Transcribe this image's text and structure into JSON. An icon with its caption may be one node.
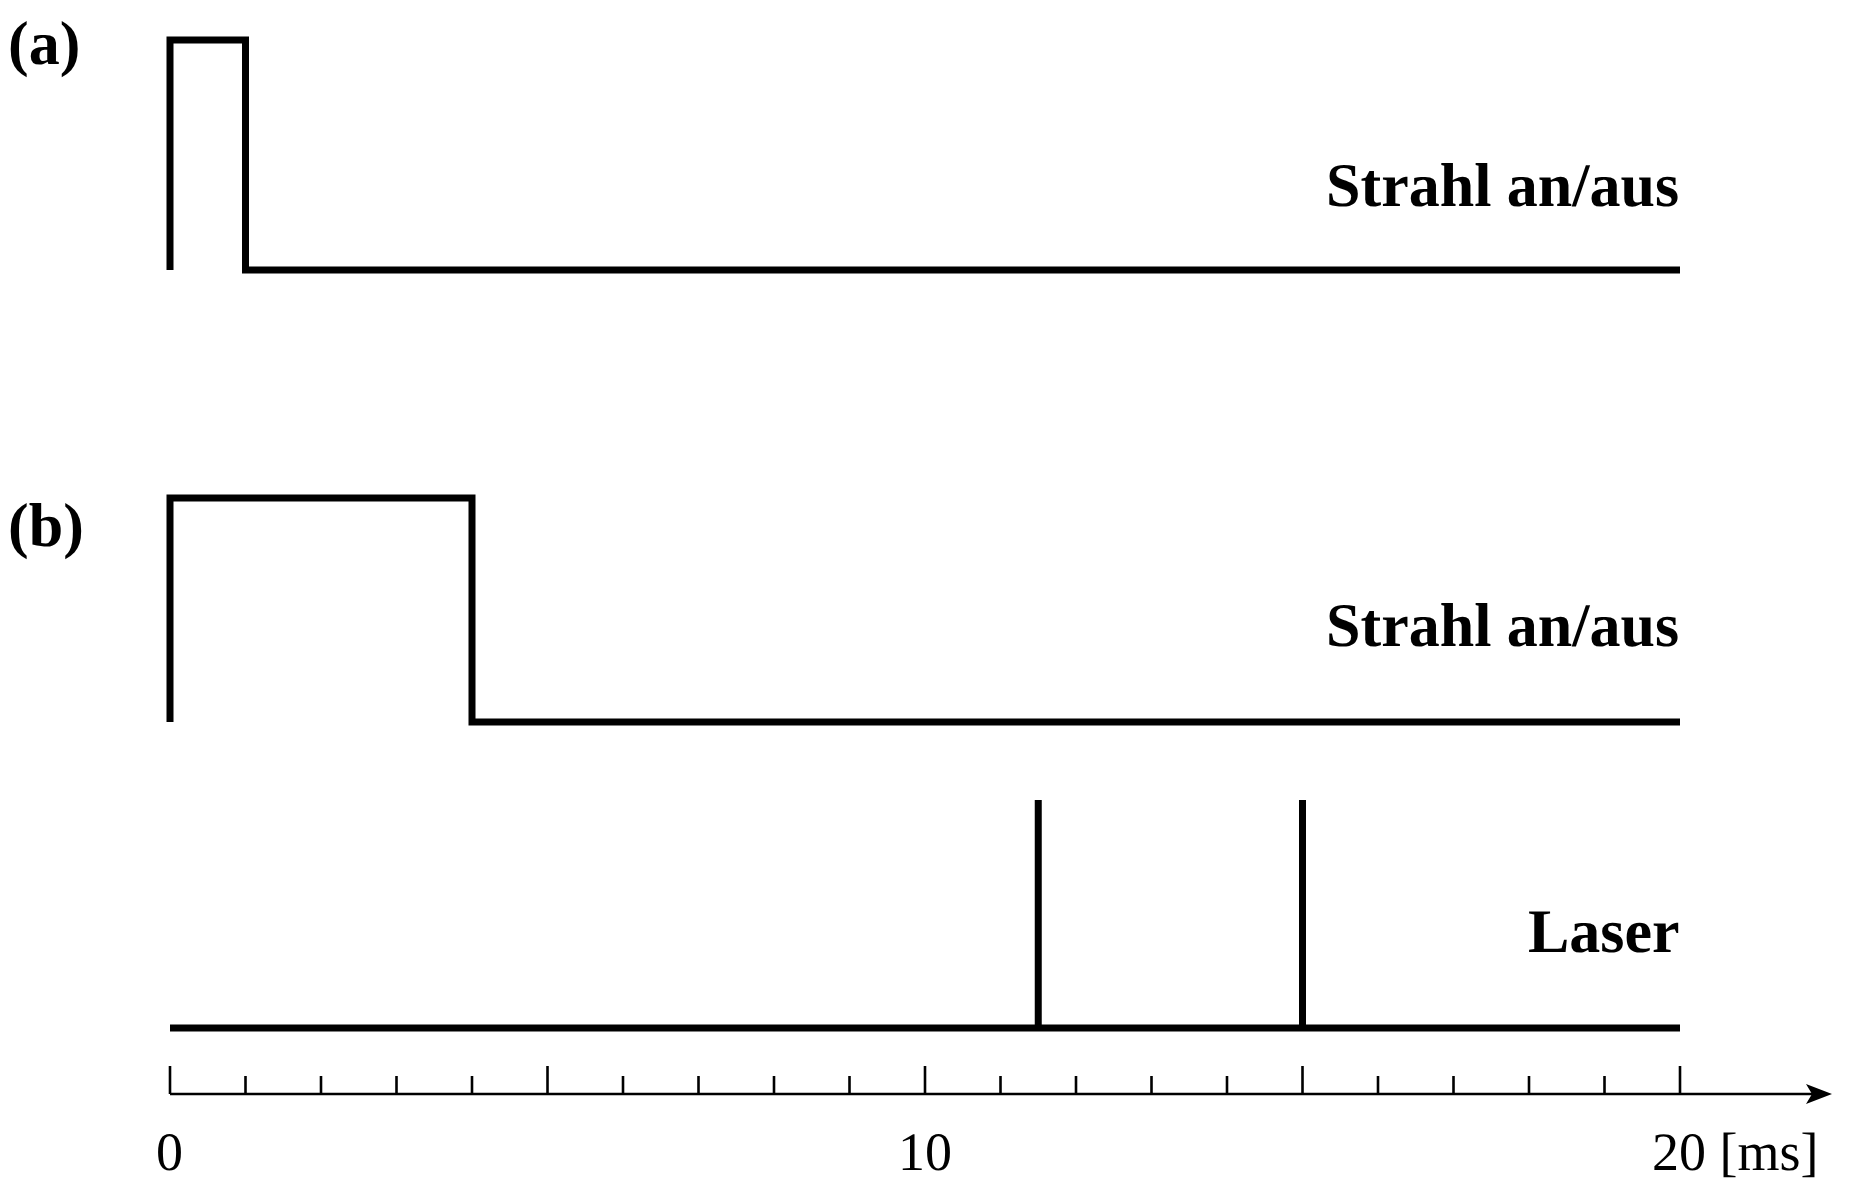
{
  "diagram": {
    "labels": [
      "(a)",
      "Strahl an/aus",
      "(b)",
      "Strahl an/aus",
      "Laser",
      "0",
      "10",
      "20 [ms]"
    ]
  }
}
